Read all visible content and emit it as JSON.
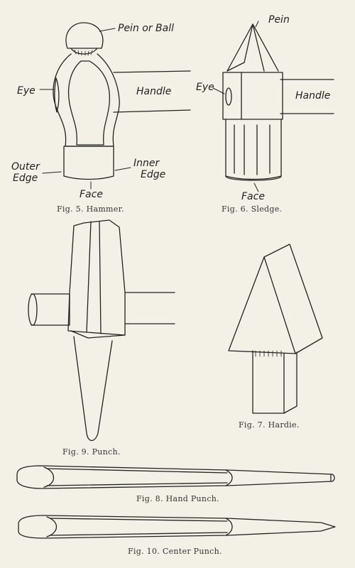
{
  "figures": {
    "hammer": {
      "caption": "Fig. 5.   Hammer.",
      "labels": {
        "pein_or_ball": "Pein or Ball",
        "eye": "Eye",
        "handle": "Handle",
        "outer_edge_1": "Outer",
        "outer_edge_2": "Edge",
        "inner_edge_1": "Inner",
        "inner_edge_2": "Edge",
        "face": "Face"
      }
    },
    "sledge": {
      "caption": "Fig. 6.   Sledge.",
      "labels": {
        "pein": "Pein",
        "eye": "Eye",
        "handle": "Handle",
        "face": "Face"
      }
    },
    "punch": {
      "caption": "Fig. 9.   Punch."
    },
    "hardie": {
      "caption": "Fig. 7.   Hardie."
    },
    "hand_punch": {
      "caption": "Fig. 8.   Hand Punch."
    },
    "center_punch": {
      "caption": "Fig. 10.   Center Punch."
    }
  }
}
